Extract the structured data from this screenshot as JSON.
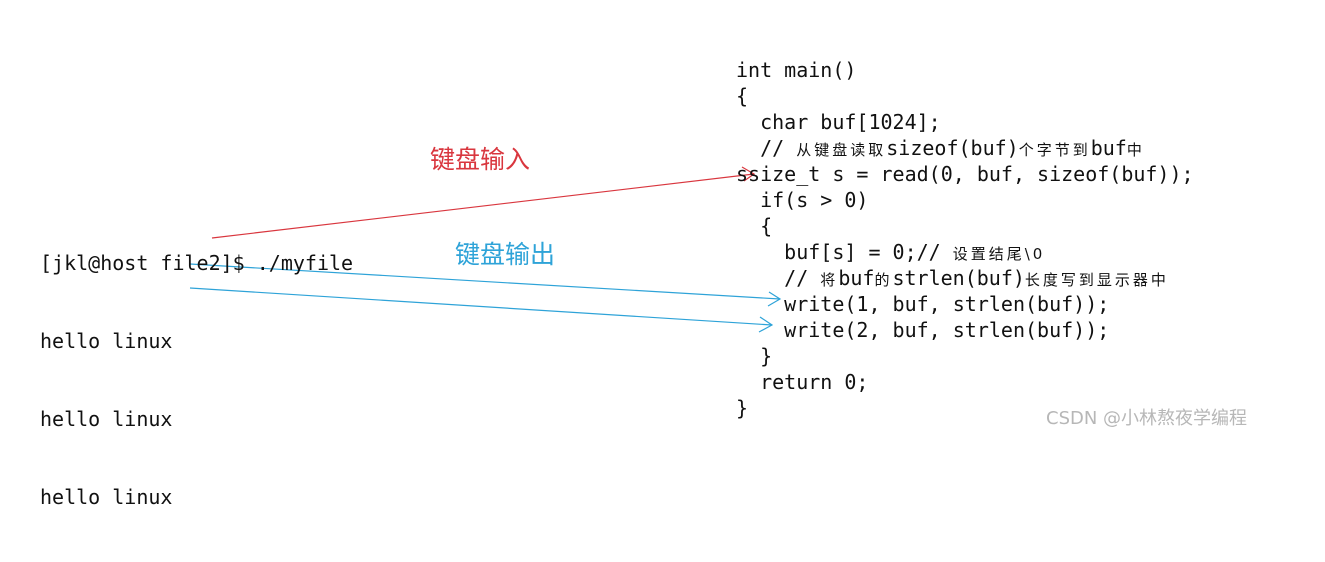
{
  "terminal": {
    "lines": [
      "[jkl@host file2]$ ./myfile",
      "hello linux",
      "hello linux",
      "hello linux"
    ]
  },
  "code": {
    "lines": [
      {
        "code": "int main()"
      },
      {
        "code": "{"
      },
      {
        "code": "  char buf[1024];"
      },
      {
        "code": "  // ",
        "comment": "从键盘读取",
        "code2": "sizeof(buf)",
        "comment2": "个字节到",
        "code3": "buf",
        "comment3": "中"
      },
      {
        "code": "ssize_t s = read(0, buf, sizeof(buf));"
      },
      {
        "code": "  if(s > 0)"
      },
      {
        "code": "  {"
      },
      {
        "code": "    buf[s] = 0;// ",
        "comment": "设置结尾\\0"
      },
      {
        "code": "    // ",
        "comment": "将",
        "code2": "buf",
        "comment2": "的",
        "code3": "strlen(buf)",
        "comment3": "长度写到显示器中"
      },
      {
        "code": "    write(1, buf, strlen(buf));"
      },
      {
        "code": "    write(2, buf, strlen(buf));"
      },
      {
        "code": "  }"
      },
      {
        "code": "  return 0;"
      },
      {
        "code": "}"
      }
    ]
  },
  "labels": {
    "keyboard_input": "键盘输入",
    "keyboard_output": "键盘输出"
  },
  "colors": {
    "input_arrow": "#d9363e",
    "output_arrow": "#2ea3d8"
  },
  "watermark": "CSDN @小林熬夜学编程"
}
